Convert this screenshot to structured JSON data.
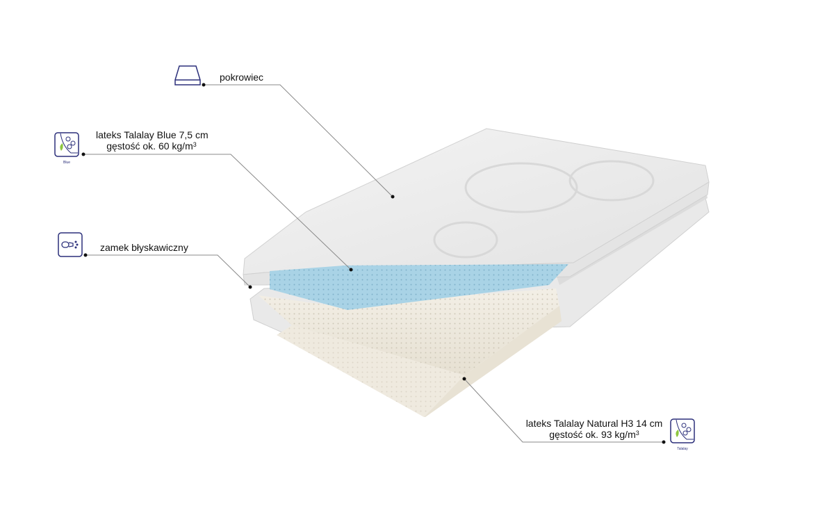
{
  "callouts": {
    "cover": {
      "label": "pokrowiec",
      "icon": "mattress-cover-icon"
    },
    "blue_latex": {
      "line1": "lateks Talalay Blue 7,5 cm",
      "line2_prefix": "gęstość ok. 60 kg/m",
      "line2_sup": "3",
      "icon": "latex-blue-icon",
      "icon_caption": "Blue"
    },
    "zipper": {
      "label": "zamek błyskawiczny",
      "icon": "zipper-icon"
    },
    "natural_latex": {
      "line1": "lateks Talalay Natural H3 14 cm",
      "line2_prefix": "gęstość ok. 93 kg/m",
      "line2_sup": "3",
      "icon": "latex-natural-icon",
      "icon_caption": "Talalay"
    }
  },
  "colors": {
    "icon_stroke": "#2b2f7a",
    "leaf": "#8dc63f",
    "blue_layer": "#a9d3e6",
    "leader": "#888888"
  }
}
